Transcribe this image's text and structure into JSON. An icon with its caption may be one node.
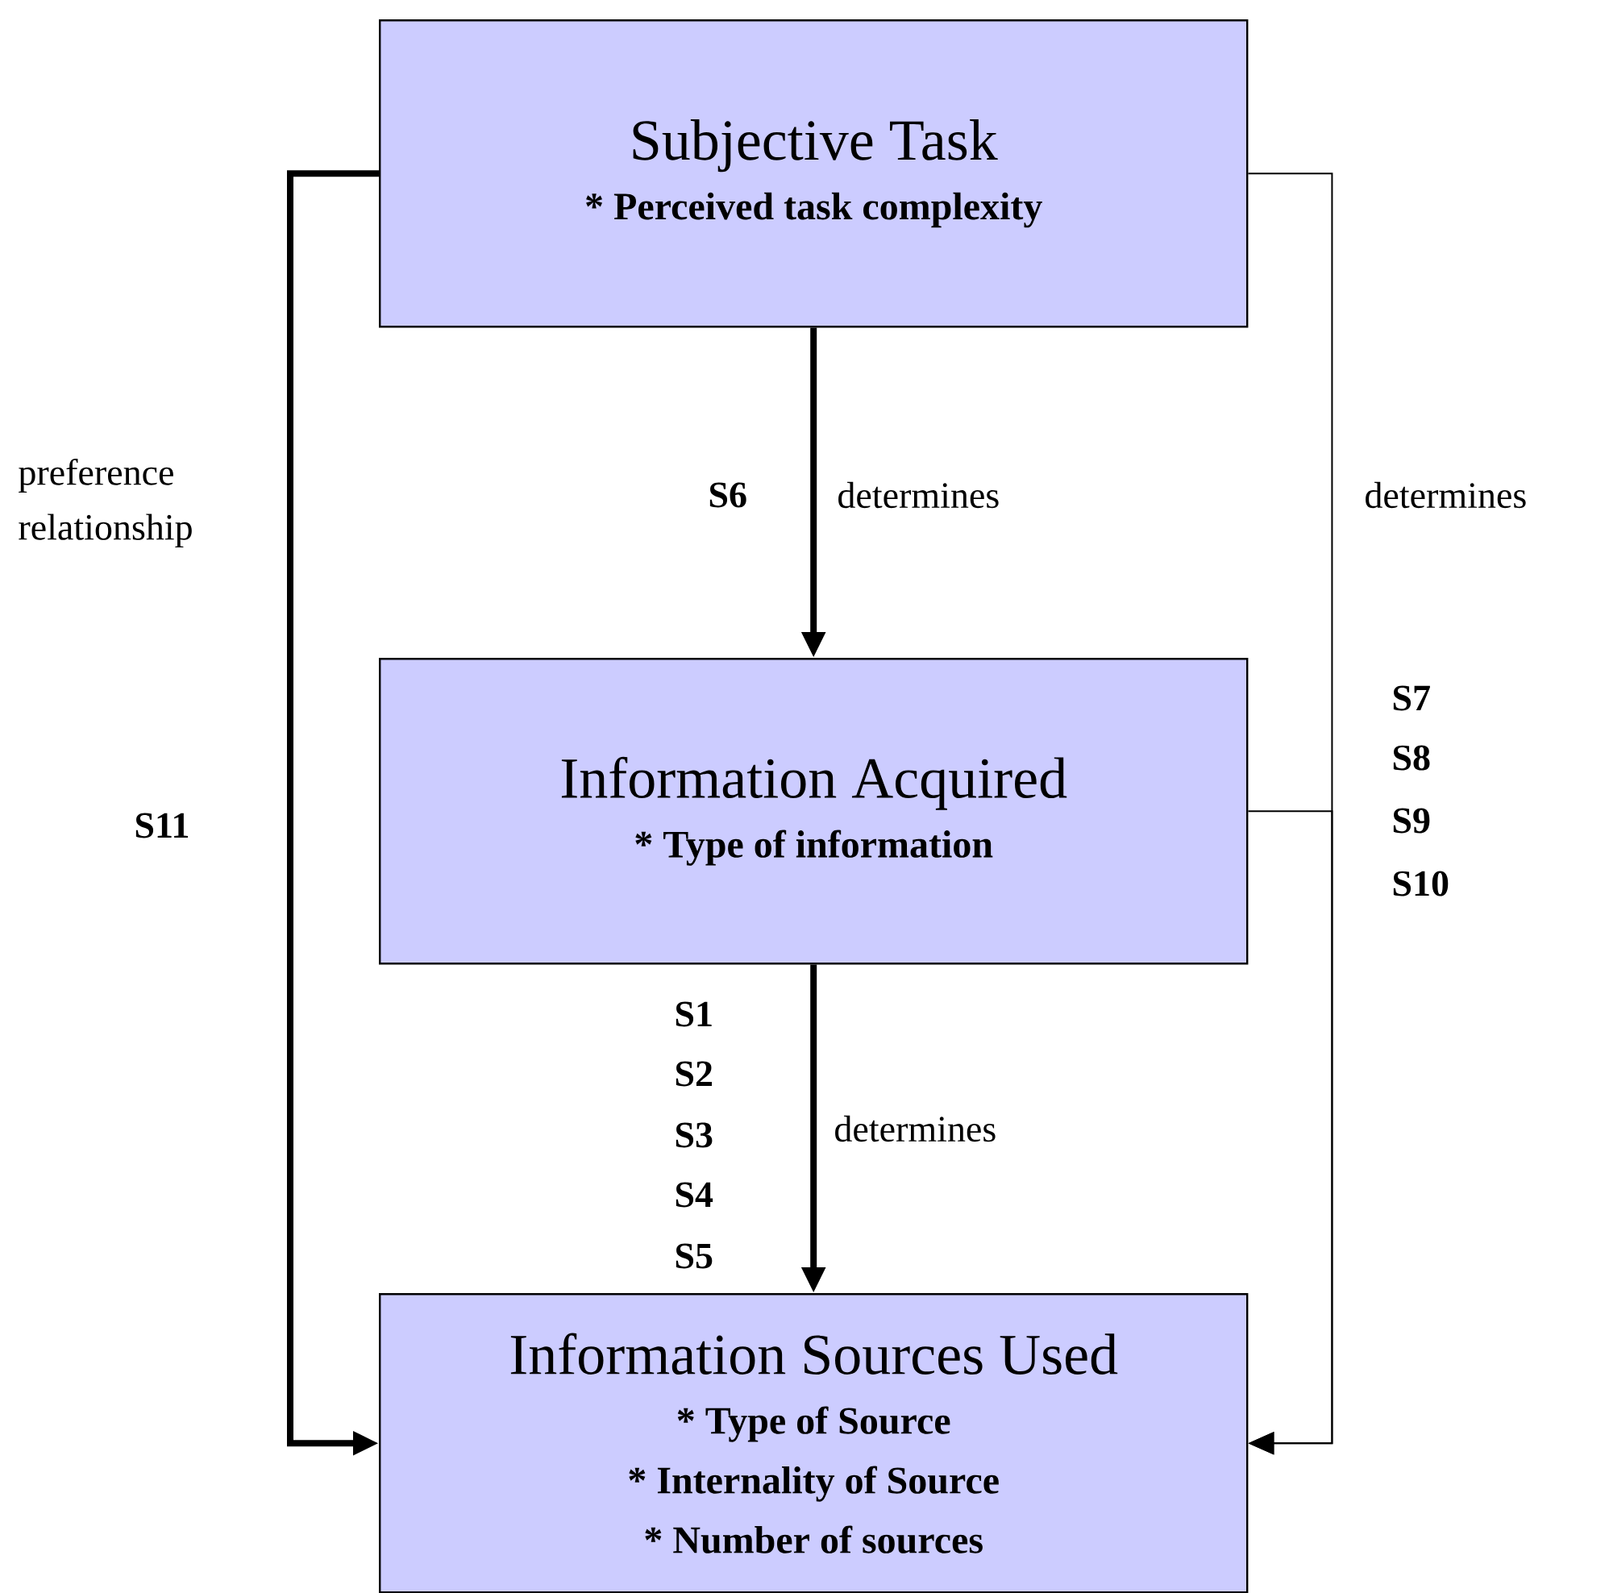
{
  "diagram": {
    "nodes": [
      {
        "text": [
          "Subjective Task",
          "* Perceived task complexity"
        ]
      },
      {
        "text": [
          "Information Acquired",
          "* Type of information"
        ]
      },
      {
        "text": [
          "Information Sources Used",
          "* Type of Source",
          "* Internality of Source",
          "* Number of sources"
        ]
      }
    ],
    "edges": [
      {
        "from": 0,
        "to": 1,
        "arrow": "to",
        "label": "determines"
      },
      {
        "from": 1,
        "to": 2,
        "arrow": "to",
        "label": "determines"
      },
      {
        "from": 0,
        "to": 2,
        "arrow": "to",
        "label": "preference relationship"
      },
      {
        "from": 0,
        "to": 2,
        "arrow": "to",
        "label": "determines"
      },
      {
        "from": 1,
        "to": 2,
        "arrow": "to"
      }
    ],
    "labels": [
      "S6",
      "S11",
      "S7",
      "S8",
      "S9",
      "S10",
      "S1",
      "S2",
      "S3",
      "S4",
      "S5"
    ]
  }
}
